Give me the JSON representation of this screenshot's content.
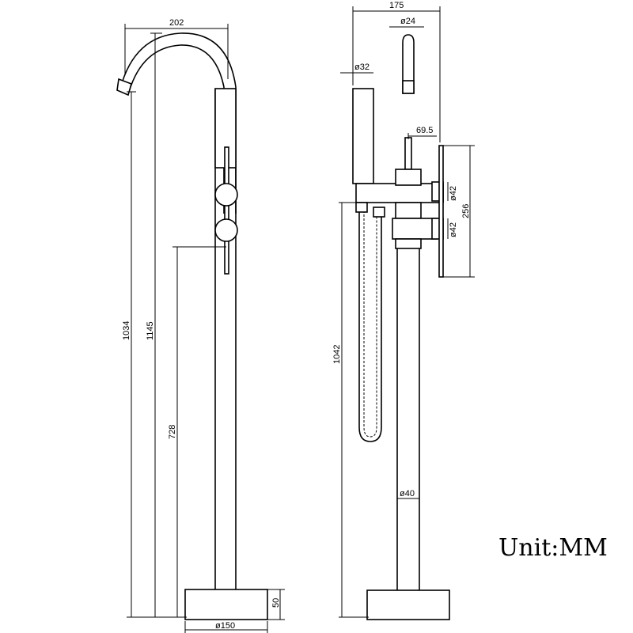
{
  "side_view": {
    "dims": {
      "spout_reach": "202",
      "total_height": "1145",
      "spout_height": "1034",
      "handle_height": "728",
      "base_height": "50",
      "base_diameter": "ø150"
    }
  },
  "front_view": {
    "dims": {
      "overall_width": "175",
      "spout_diameter": "ø24",
      "handshower_diameter": "ø32",
      "offset": "69.5",
      "handle_top_diameter": "ø42",
      "handle_bottom_diameter": "ø42",
      "handle_span": "256",
      "hose_height": "1042",
      "column_diameter": "ø40"
    }
  },
  "unit_label": "Unit:MM"
}
